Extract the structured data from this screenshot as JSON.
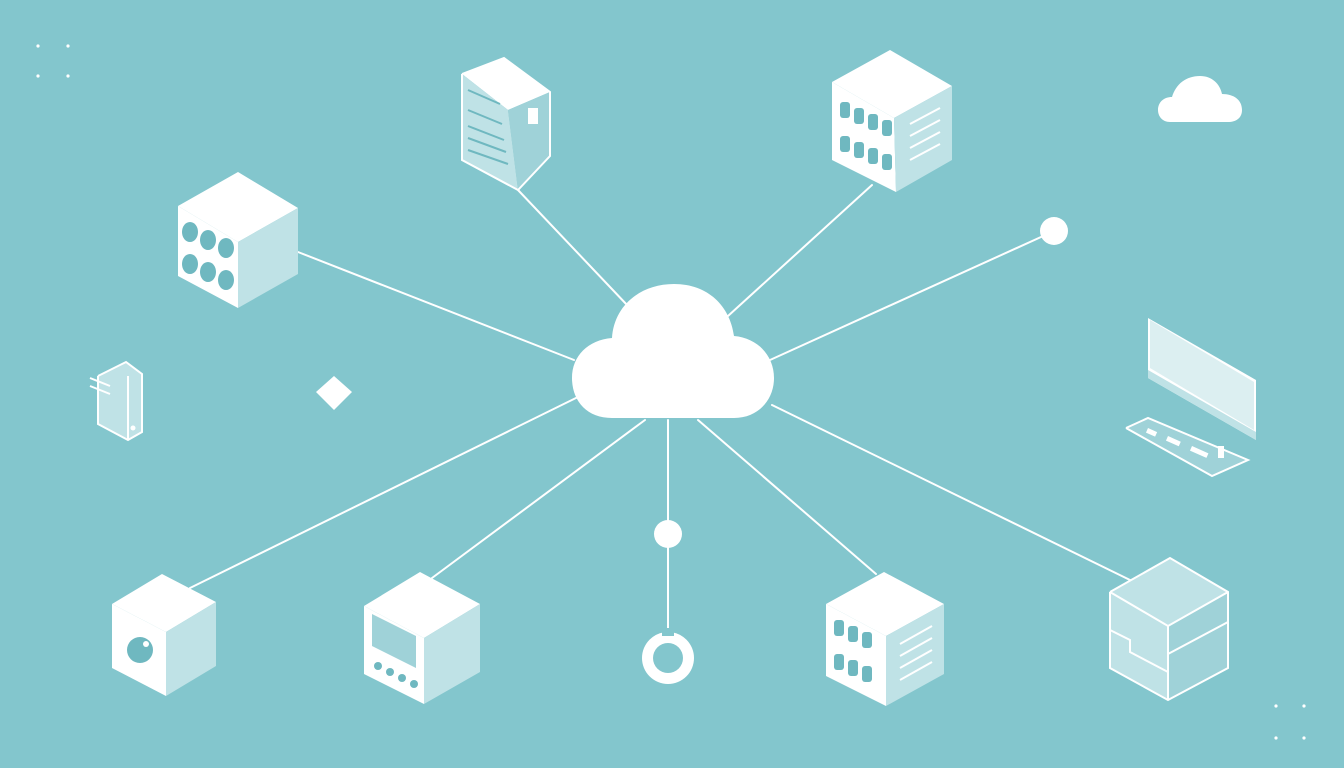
{
  "diagram": {
    "type": "network-topology",
    "colors": {
      "background": "#83c6cd",
      "line": "#ffffff",
      "face_light": "#ffffff",
      "face_tint": "#bfe2e6",
      "face_mid": "#9fd2d8",
      "accent": "#6fb8c0"
    },
    "hub": {
      "icon": "cloud-icon"
    },
    "nodes": [
      {
        "id": "rack-server-top",
        "icon": "rack-server-icon"
      },
      {
        "id": "storage-cube-top-right",
        "icon": "storage-cube-icon"
      },
      {
        "id": "disk-array-left",
        "icon": "disk-array-icon"
      },
      {
        "id": "endpoint-dot-right",
        "icon": "endpoint-dot-icon"
      },
      {
        "id": "small-device-left",
        "icon": "usb-drive-icon"
      },
      {
        "id": "laptop-right",
        "icon": "laptop-icon"
      },
      {
        "id": "speaker-cube-bottom-left",
        "icon": "speaker-cube-icon"
      },
      {
        "id": "monitor-cube-bottom",
        "icon": "monitor-cube-icon"
      },
      {
        "id": "ring-node-bottom",
        "icon": "ring-icon"
      },
      {
        "id": "server-cube-bottom-right",
        "icon": "server-cube-icon"
      },
      {
        "id": "stacked-cube-right",
        "icon": "stacked-cube-icon"
      }
    ],
    "decorations": [
      "small-cloud-icon",
      "floating-diamond-icon",
      "dot-grid-top-left",
      "dot-grid-bottom-right"
    ]
  }
}
